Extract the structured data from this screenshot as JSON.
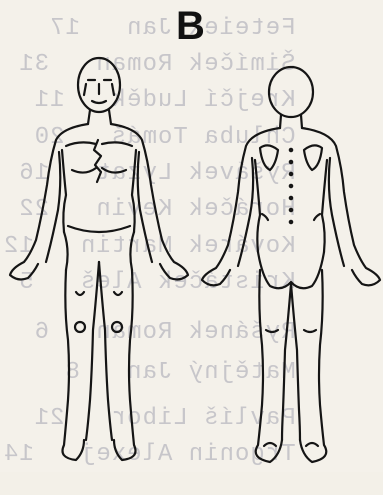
{
  "panel_label": "B",
  "bleed_through_lines": [
    "Feteiek Jan",
    "Šimíček Roman",
    "Krejčí Luděk",
    "Chluba Tomáš",
    "Ryšávek Lyzat",
    "Horáček Kevin",
    "Kovárek Martin",
    "Kristáček Aleš",
    "Ryšánek Roman",
    "Matějný Jan",
    "Pavlíš Libor",
    "Trgonin Alexej"
  ],
  "bleed_through_numbers": [
    "17",
    "31",
    "11",
    "20",
    "16",
    "22",
    "12",
    "5",
    "6",
    "8",
    "21",
    "14"
  ],
  "figures": {
    "front": "front-view-body-outline",
    "back": "back-view-body-outline"
  }
}
